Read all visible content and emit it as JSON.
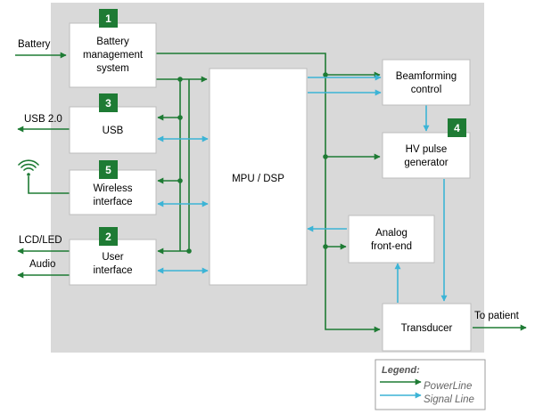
{
  "colors": {
    "power": "#1e7b34",
    "signal": "#3cb4d6",
    "badge": "#1e7b34",
    "panel": "#d9d9d9"
  },
  "blocks": {
    "bms": {
      "badge": "1",
      "lines": [
        "Battery",
        "management",
        "system"
      ]
    },
    "usb": {
      "badge": "3",
      "lines": [
        "USB"
      ]
    },
    "wireless": {
      "badge": "5",
      "lines": [
        "Wireless",
        "interface"
      ]
    },
    "ui": {
      "badge": "2",
      "lines": [
        "User",
        "interface"
      ]
    },
    "mpu": {
      "lines": [
        "MPU / DSP"
      ]
    },
    "beamforming": {
      "lines": [
        "Beamforming",
        "control"
      ]
    },
    "hv": {
      "badge": "4",
      "lines": [
        "HV pulse",
        "generator"
      ]
    },
    "afe": {
      "lines": [
        "Analog",
        "front-end"
      ]
    },
    "transducer": {
      "lines": [
        "Transducer"
      ]
    }
  },
  "external": {
    "battery": "Battery",
    "usb": "USB 2.0",
    "lcd": "LCD/LED",
    "audio": "Audio",
    "patient": "To patient"
  },
  "legend": {
    "title": "Legend:",
    "power": "PowerLine",
    "signal": "Signal Line"
  }
}
